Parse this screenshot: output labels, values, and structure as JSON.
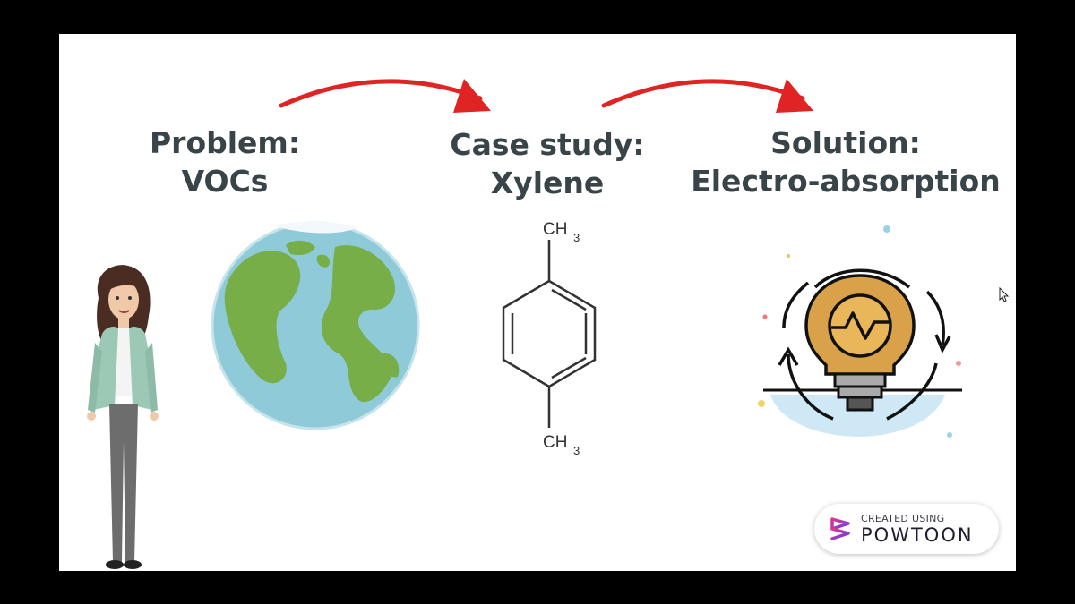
{
  "headings": {
    "problem": {
      "line1": "Problem:",
      "line2": "VOCs"
    },
    "case_study": {
      "line1": "Case study:",
      "line2": "Xylene"
    },
    "solution": {
      "line1": "Solution:",
      "line2": "Electro-absorption"
    }
  },
  "molecule": {
    "top_group": "CH",
    "top_subscript": "3",
    "bottom_group": "CH",
    "bottom_subscript": "3"
  },
  "badge": {
    "small_text": "CREATED USING",
    "brand": "POWTOON"
  },
  "colors": {
    "frame": "#000000",
    "slide_bg": "#ffffff",
    "heading_text": "#394448",
    "arrow_red": "#e02424",
    "earth_ocean": "#8fcad9",
    "earth_land": "#77ae47",
    "bulb_glass": "#d9a24a",
    "bulb_base": "#555555",
    "jacket": "#9cc9b6",
    "brand_gradient_start": "#e0358b",
    "brand_gradient_end": "#6a3df0"
  },
  "icons": [
    "curved-arrow-icon",
    "earth-globe-icon",
    "xylene-structure-icon",
    "lightbulb-cycle-icon",
    "mouse-cursor-icon",
    "powtoon-logo-icon"
  ]
}
